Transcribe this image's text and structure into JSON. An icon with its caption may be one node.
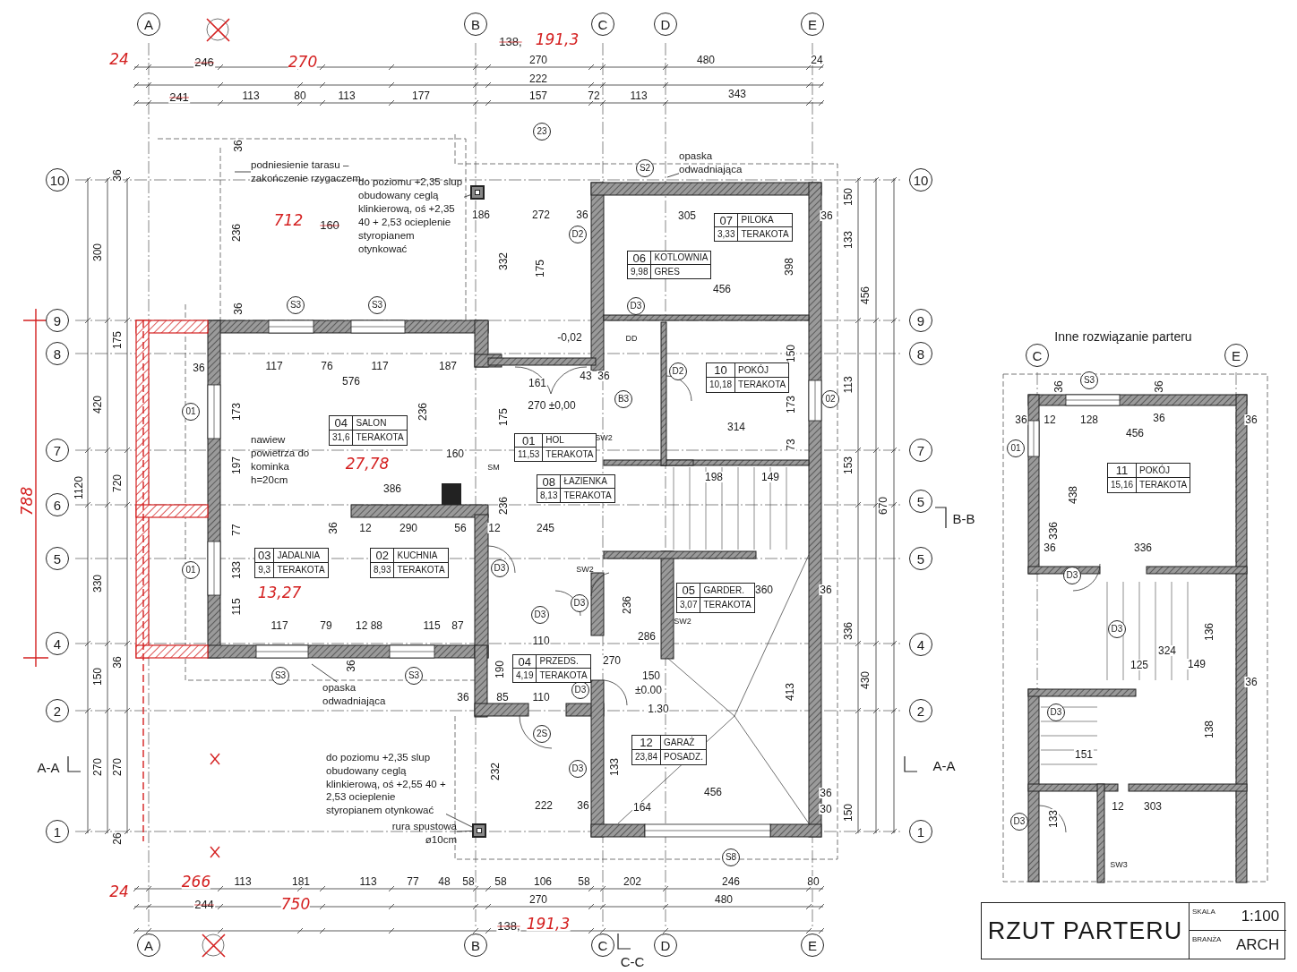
{
  "diagram": {
    "nodes": [
      {
        "text": [
          "04",
          "SALON",
          "31,6",
          "TERAKOTA"
        ]
      },
      {
        "text": [
          "01",
          "HOL",
          "11,53",
          "TERAKOTA"
        ]
      },
      {
        "text": [
          "08",
          "ŁAZIENKA",
          "8,13",
          "TERAKOTA"
        ]
      },
      {
        "text": [
          "03",
          "JADALNIA",
          "9,3",
          "TERAKOTA"
        ]
      },
      {
        "text": [
          "02",
          "KUCHNIA",
          "8,93",
          "TERAKOTA"
        ]
      },
      {
        "text": [
          "06",
          "KOTLOWNIA",
          "9,98",
          "GRES"
        ]
      },
      {
        "text": [
          "07",
          "PILOKA",
          "3,33",
          "TERAKOTA"
        ]
      },
      {
        "text": [
          "10",
          "POKÓJ",
          "10,18",
          "TERAKOTA"
        ]
      },
      {
        "text": [
          "05",
          "GARDER.",
          "3,07",
          "TERAKOTA"
        ]
      },
      {
        "text": [
          "04",
          "PRZEDS.",
          "4,19",
          "TERAKOTA"
        ]
      },
      {
        "text": [
          "12",
          "GARAŻ",
          "23,84",
          "POSADZ."
        ]
      },
      {
        "text": [
          "11",
          "POKÓJ",
          "15,16",
          "TERAKOTA"
        ]
      },
      {
        "text": [
          "podniesienie tarasu – zakończenie rzygaczem"
        ]
      },
      {
        "text": [
          "do poziomu +2,35 slup obudowany ceglą klinkierową, oś +2,35 40 + 2,53 ocieplenie styropianem otynkować"
        ]
      },
      {
        "text": [
          "do poziomu +2,35 slup obudowany ceglą klinkierową, oś +2,55 40 + 2,53 ocieplenie styropianem otynkować"
        ]
      },
      {
        "text": [
          "rura spustowa ø10cm"
        ]
      },
      {
        "text": [
          "opaska odwadniająca"
        ]
      },
      {
        "text": [
          "opaska odwadniająca"
        ]
      },
      {
        "text": [
          "RZUT PARTERU",
          "SKALA",
          "1:100",
          "BRANŻA",
          "ARCH"
        ]
      },
      {
        "text": [],
        "shape": "box"
      },
      {
        "text": [],
        "shape": "box"
      }
    ],
    "edges": [
      {
        "from": 12,
        "to": null,
        "arrow": "none"
      },
      {
        "from": 13,
        "to": 19,
        "arrow": "none"
      },
      {
        "from": 14,
        "to": 20,
        "arrow": "none"
      },
      {
        "from": 15,
        "to": 20,
        "arrow": "none"
      },
      {
        "from": 16,
        "to": null,
        "arrow": "none"
      },
      {
        "from": 17,
        "to": null,
        "arrow": "none"
      }
    ],
    "labels": [
      "A",
      "B",
      "C",
      "D",
      "E",
      "24",
      "246",
      "270",
      "138,",
      "191,3",
      "270",
      "480",
      "24",
      "222",
      "241",
      "113",
      "80",
      "113",
      "177",
      "157",
      "72",
      "113",
      "343",
      "10",
      "9",
      "8",
      "7",
      "6",
      "5",
      "4",
      "2",
      "1",
      "10",
      "9",
      "8",
      "7",
      "5",
      "5",
      "4",
      "2",
      "1",
      "A",
      "B",
      "C",
      "D",
      "E",
      "A-A",
      "A-A",
      "B-B",
      "C-C",
      "300",
      "420",
      "330",
      "150",
      "270",
      "36",
      "175",
      "720",
      "36",
      "270",
      "26",
      "1120",
      "788",
      "150",
      "133",
      "113",
      "153",
      "336",
      "150",
      "456",
      "430",
      "670",
      "36",
      "36",
      "236",
      "712",
      "160",
      "117",
      "76",
      "117",
      "187",
      "576",
      "36",
      "173",
      "197",
      "236",
      "160",
      "386",
      "27,78",
      "77",
      "133",
      "115",
      "36",
      "12",
      "290",
      "56",
      "12",
      "245",
      "117",
      "79",
      "12 88",
      "115",
      "87",
      "13,27",
      "36",
      "186",
      "272",
      "36",
      "332",
      "175",
      "-0,02",
      "161",
      "43",
      "36",
      "270 ±0,00",
      "175",
      "236",
      "305",
      "36",
      "456",
      "398",
      "314",
      "150",
      "173",
      "73",
      "198",
      "149",
      "360",
      "36",
      "286",
      "236",
      "110",
      "190",
      "270",
      "36",
      "85",
      "110",
      "150",
      "±0.00",
      "1.30",
      "222",
      "36",
      "232",
      "133",
      "456",
      "164",
      "413",
      "36",
      "30",
      "24",
      "266",
      "113",
      "181",
      "113",
      "77",
      "48",
      "58",
      "58",
      "106",
      "58",
      "202",
      "246",
      "80",
      "244",
      "750",
      "270",
      "480",
      "138,",
      "191,3",
      "01",
      "01",
      "02",
      "D2",
      "D2",
      "D3",
      "B3",
      "D3",
      "D3",
      "D3",
      "D3",
      "D3",
      "S3",
      "S3",
      "S3",
      "S3",
      "S2",
      "23",
      "2S",
      "S8",
      "SW2",
      "SW2",
      "SW2",
      "SM",
      "DD",
      "nawiew powietrza do kominka h=20cm",
      "Inne rozwiązanie parteru",
      "C",
      "E",
      "S3",
      "36",
      "36",
      "36",
      "12",
      "128",
      "36",
      "36",
      "456",
      "01",
      "438",
      "336",
      "36",
      "336",
      "D3",
      "D3",
      "136",
      "324",
      "125",
      "149",
      "36",
      "D3",
      "138",
      "151",
      "12",
      "303",
      "D3",
      "133",
      "SW3"
    ]
  }
}
